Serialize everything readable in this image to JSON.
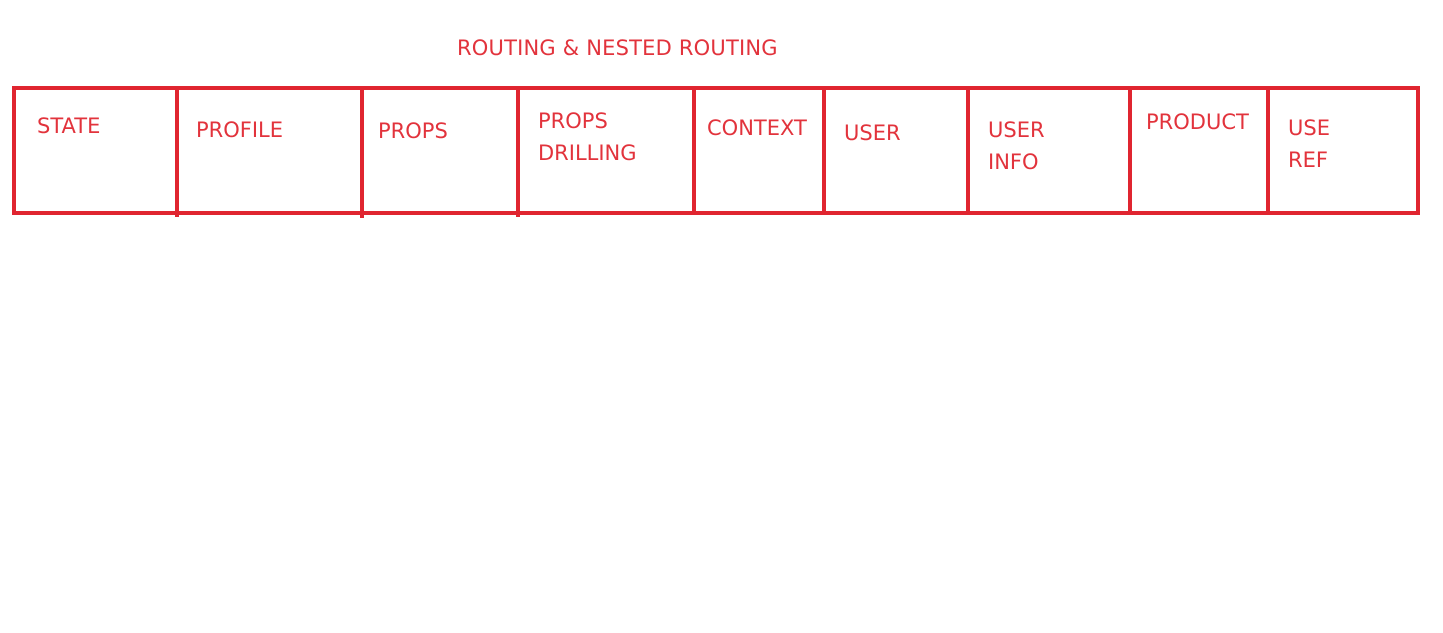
{
  "header": {
    "title": "ROUTING & NESTED ROUTING"
  },
  "nav": {
    "items": [
      {
        "label": "STATE"
      },
      {
        "label": "PROFILE"
      },
      {
        "label": "PROPS"
      },
      {
        "label": "PROPS\nDRILLING"
      },
      {
        "label": "CONTEXT"
      },
      {
        "label": "USER"
      },
      {
        "label": "USER\nINFO"
      },
      {
        "label": "PRODUCT"
      },
      {
        "label": "USE\nREF"
      }
    ]
  },
  "colors": {
    "text": "#e2333c",
    "border": "#e02530",
    "background": "#ffffff"
  }
}
